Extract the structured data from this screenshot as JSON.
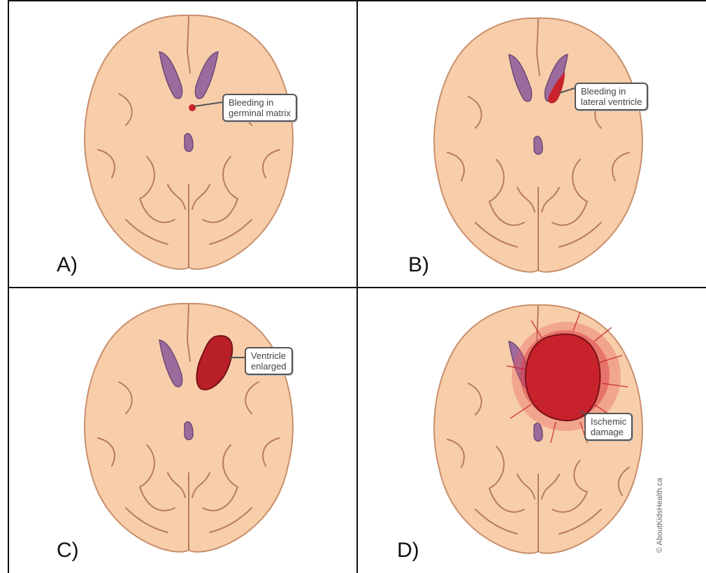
{
  "panels": [
    {
      "letter": "A)",
      "callout": [
        "Bleeding in",
        "germinal matrix"
      ]
    },
    {
      "letter": "B)",
      "callout": [
        "Bleeding in",
        "lateral ventricle"
      ]
    },
    {
      "letter": "C)",
      "callout": [
        "Ventricle",
        "enlarged"
      ]
    },
    {
      "letter": "D)",
      "callout": [
        "Ischemic",
        "damage"
      ]
    }
  ],
  "copyright": "© AboutKidsHealth.ca",
  "colors": {
    "brain": "#f8ceaa",
    "brain_outline": "#c98f6c",
    "sulcus": "#b97b5c",
    "ventricle": "#9b6b9e",
    "bleed": "#c8232c"
  }
}
